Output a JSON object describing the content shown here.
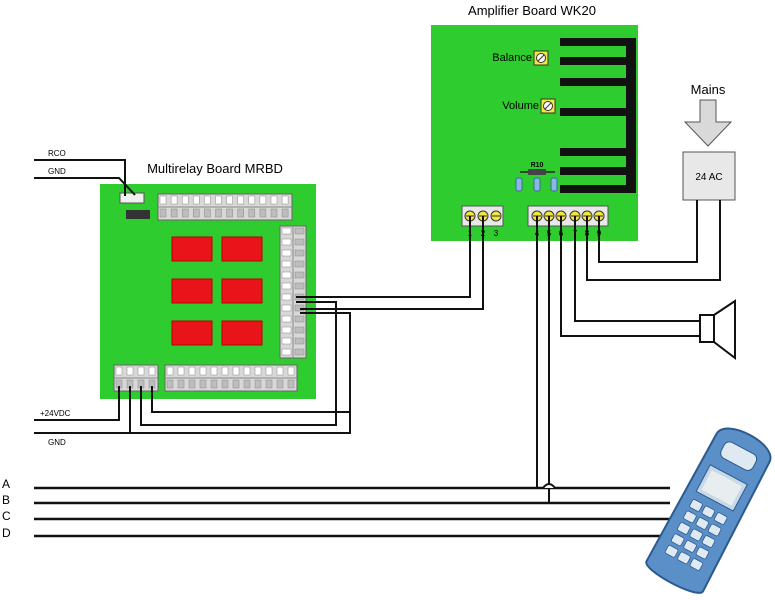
{
  "amplifier": {
    "title": "Amplifier Board WK20",
    "balance_label": "Balance",
    "volume_label": "Volume",
    "resistor_label": "R10",
    "terminal_numbers": [
      "1",
      "2",
      "3",
      "4",
      "5",
      "6",
      "7",
      "8",
      "9"
    ]
  },
  "multirelay": {
    "title": "Multirelay Board MRBD"
  },
  "left_wires": {
    "rco": "RCO",
    "gnd_top": "GND",
    "v24": "+24VDC",
    "gnd_bottom": "GND"
  },
  "mains": {
    "label": "Mains",
    "transformer_label": "24 AC"
  },
  "bus_lines": [
    "A",
    "B",
    "C",
    "D"
  ],
  "colors": {
    "board_green": "#2ecc2e",
    "relay_red": "#e8141a",
    "pot_yellow": "#f2e640",
    "terminal_gray": "#d8d8d8",
    "phone_blue": "#5a8fc8"
  }
}
